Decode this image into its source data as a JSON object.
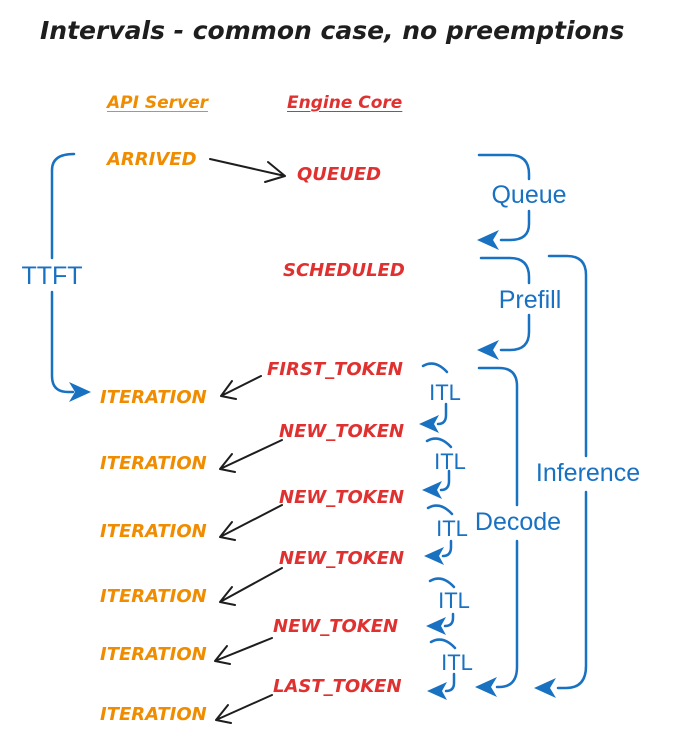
{
  "title": "Intervals - common case, no preemptions",
  "colors": {
    "orange": "#f08c00",
    "red": "#e03131",
    "blue": "#1971c2",
    "ink": "#1e1e1e",
    "background": "#ffffff"
  },
  "headers": {
    "api_server": "API Server",
    "engine_core": "Engine Core"
  },
  "api": {
    "arrived": "ARRIVED",
    "iterations": [
      {
        "label": "ITERATION"
      },
      {
        "label": "ITERATION"
      },
      {
        "label": "ITERATION"
      },
      {
        "label": "ITERATION"
      },
      {
        "label": "ITERATION"
      },
      {
        "label": "ITERATION"
      }
    ]
  },
  "engine": {
    "events": [
      {
        "label": "QUEUED"
      },
      {
        "label": "SCHEDULED"
      },
      {
        "label": "FIRST_TOKEN"
      },
      {
        "label": "NEW_TOKEN"
      },
      {
        "label": "NEW_TOKEN"
      },
      {
        "label": "NEW_TOKEN"
      },
      {
        "label": "NEW_TOKEN"
      },
      {
        "label": "LAST_TOKEN"
      }
    ]
  },
  "intervals": {
    "ttft": "TTFT",
    "queue": "Queue",
    "prefill": "Prefill",
    "decode": "Decode",
    "inference": "Inference",
    "itl": [
      {
        "label": "ITL"
      },
      {
        "label": "ITL"
      },
      {
        "label": "ITL"
      },
      {
        "label": "ITL"
      },
      {
        "label": "ITL"
      }
    ]
  }
}
